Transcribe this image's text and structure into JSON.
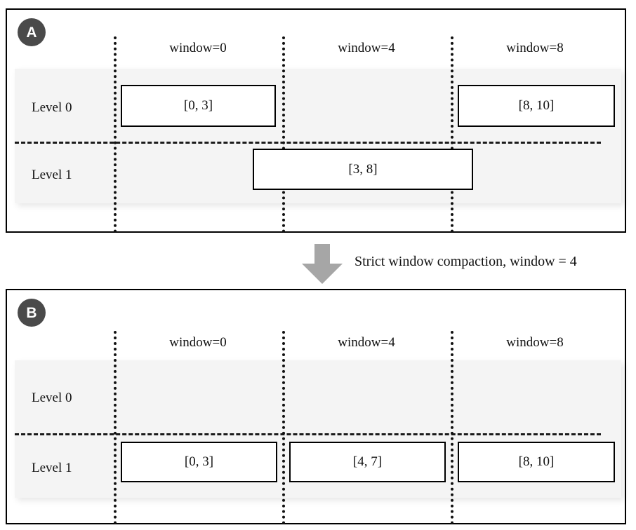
{
  "figure": {
    "caption": "Strict window compaction, window = 4",
    "arrow_icon": "arrow-down-icon",
    "colors": {
      "badge_background": "#4a4a4a",
      "badge_text": "#ffffff",
      "band_background": "#f4f4f4",
      "arrow": "#a6a6a6",
      "border": "#000000",
      "separator": "#1a1a1a"
    }
  },
  "panels": [
    {
      "id": "A",
      "badge_label": "A",
      "window_headers": [
        "window=0",
        "window=4",
        "window=8"
      ],
      "level_labels": [
        "Level 0",
        "Level 1"
      ],
      "boxes": [
        {
          "label": "[0, 3]",
          "level": "Level 0",
          "window": "window=0"
        },
        {
          "label": "[8, 10]",
          "level": "Level 0",
          "window": "window=8"
        },
        {
          "label": "[3, 8]",
          "level": "Level 1",
          "window": "window=4"
        }
      ]
    },
    {
      "id": "B",
      "badge_label": "B",
      "window_headers": [
        "window=0",
        "window=4",
        "window=8"
      ],
      "level_labels": [
        "Level 0",
        "Level 1"
      ],
      "boxes": [
        {
          "label": "[0, 3]",
          "level": "Level 1",
          "window": "window=0"
        },
        {
          "label": "[4, 7]",
          "level": "Level 1",
          "window": "window=4"
        },
        {
          "label": "[8, 10]",
          "level": "Level 1",
          "window": "window=8"
        }
      ]
    }
  ]
}
